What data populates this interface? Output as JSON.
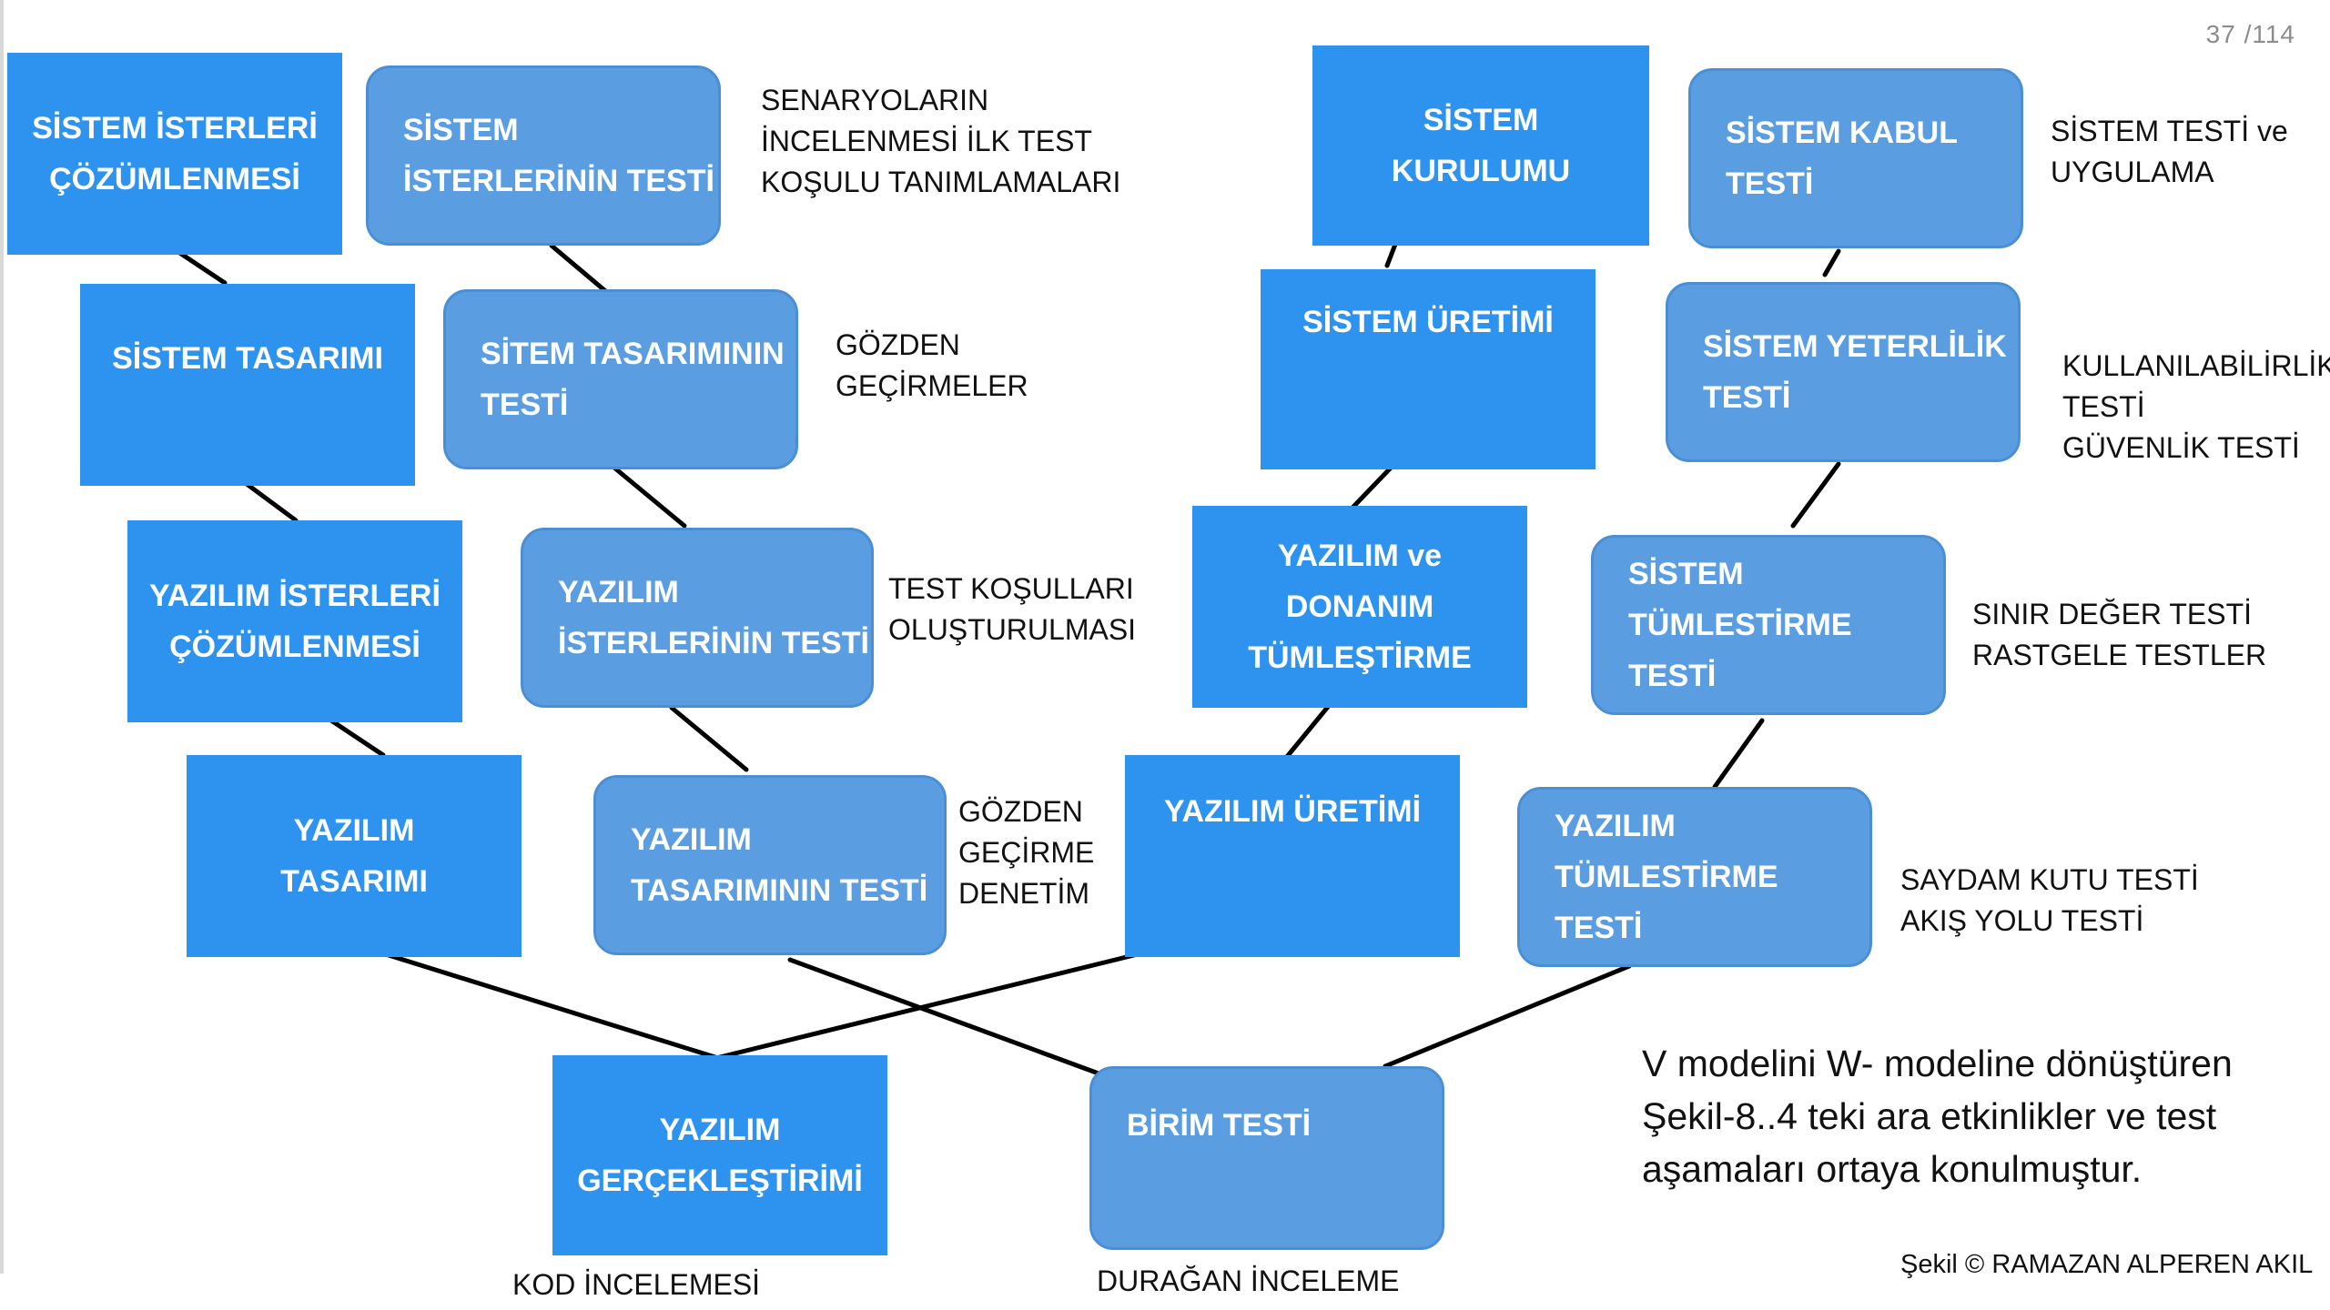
{
  "page_number": "37 /114",
  "nodes": {
    "sistem_isterleri_cozumlenmesi": "SİSTEM İSTERLERİ\nÇÖZÜMLENMESİ",
    "sistem_isterlerinin_testi": "SİSTEM\nİSTERLERİNİN TESTİ",
    "sistem_tasarimi": "SİSTEM TASARIMI",
    "sitem_tasariminin_testi": "SİTEM TASARIMININ\nTESTİ",
    "yazilim_isterleri_cozumlenmesi": "YAZILIM İSTERLERİ\nÇÖZÜMLENMESİ",
    "yazilim_isterlerinin_testi": "YAZILIM\nİSTERLERİNİN TESTİ",
    "yazilim_tasarimi": "YAZILIM\nTASARIMI",
    "yazilim_tasariminin_testi": "YAZILIM\nTASARIMININ TESTİ",
    "yazilim_gerceklestirimi": "YAZILIM\nGERÇEKLEŞTİRİMİ",
    "birim_testi": "BİRİM TESTİ",
    "yazilim_uretimi": "YAZILIM ÜRETİMİ",
    "yazilim_tumlestirme_testi": "YAZILIM\nTÜMLESTİRME TESTİ",
    "yazilim_ve_donanim_tumlestirme": "YAZILIM ve\nDONANIM\nTÜMLEŞTİRME",
    "sistem_tumlestirme_testi": "SİSTEM\nTÜMLESTİRME TESTİ",
    "sistem_uretimi": "SİSTEM ÜRETİMİ",
    "sistem_yeterlilik_testi": "SİSTEM YETERLİLİK\nTESTİ",
    "sistem_kurulumu": "SİSTEM\nKURULUMU",
    "sistem_kabul_testi": "SİSTEM KABUL TESTİ"
  },
  "notes": {
    "senaryolar": "SENARYOLARIN\nİNCELENMESİ İLK TEST\nKOŞULU TANIMLAMALARI",
    "gozden_gecirmeler": "GÖZDEN\nGEÇİRMELER",
    "test_kosullari": "TEST KOŞULLARI\nOLUŞTURULMASI",
    "gozden_gecirme_denetim": "GÖZDEN\nGEÇİRME\nDENETİM",
    "kod_incelemesi": "KOD İNCELEMESİ",
    "duragan_inceleme": "DURAĞAN İNCELEME",
    "saydam_kutu": "SAYDAM KUTU TESTİ\nAKIŞ YOLU TESTİ",
    "sinir_deger": "SINIR DEĞER TESTİ\nRASTGELE TESTLER",
    "kullanilabilirlik": "KULLANILABİLİRLİK\nTESTİ\nGÜVENLİK TESTİ",
    "sistem_testi_uygulama": "SİSTEM TESTİ ve\nUYGULAMA"
  },
  "caption": "V modelini W- modeline dönüştüren\nŞekil-8..4 teki ara etkinlikler ve test\naşamaları ortaya konulmuştur.",
  "credit": "Şekil © RAMAZAN ALPEREN AKIL",
  "colors": {
    "square_node_fill": "#2e93ef",
    "rounded_node_fill": "#5b9de1",
    "connector": "#000000"
  }
}
